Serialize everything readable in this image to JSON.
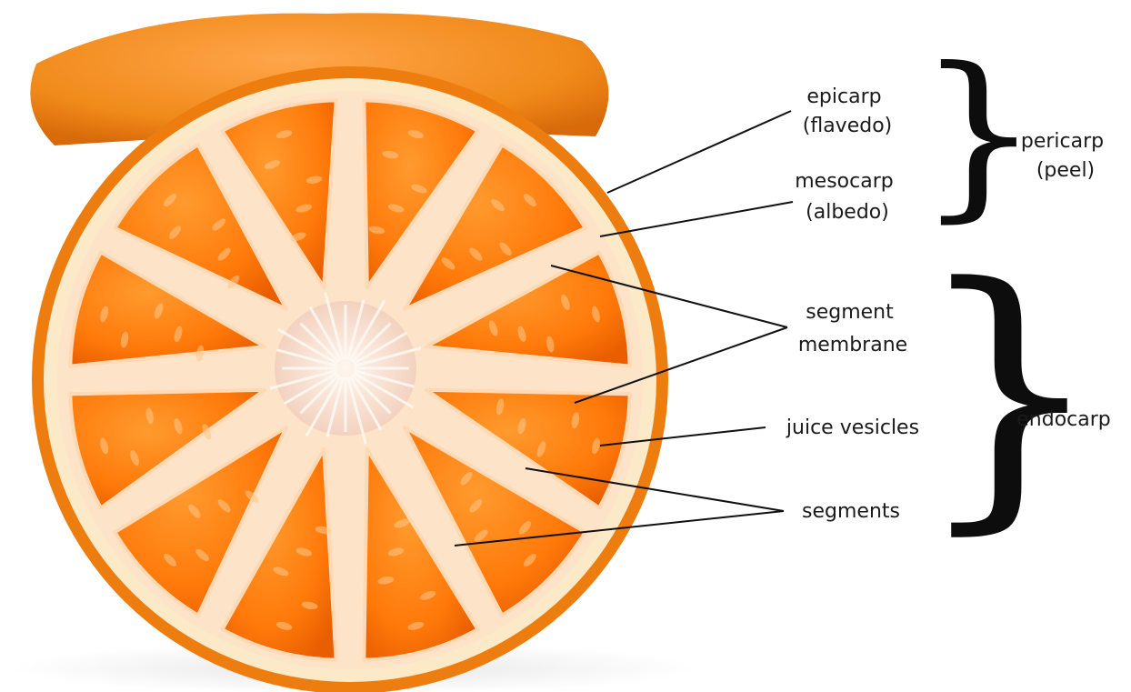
{
  "labels": {
    "epicarp": [
      "epicarp",
      "(flavedo)"
    ],
    "mesocarp": [
      "mesocarp",
      "(albedo)"
    ],
    "segment_membrane": [
      "segment",
      "membrane"
    ],
    "juice_vesicles": "juice vesicles",
    "segments": "segments"
  },
  "groups": {
    "pericarp": [
      "pericarp",
      "(peel)"
    ],
    "endocarp": "endocarp"
  },
  "colors": {
    "peel": "#f08a1a",
    "flesh": "#ff7a0a",
    "albedo": "#fbe9c8",
    "core": "#f6e6dc",
    "ink": "#111111"
  }
}
